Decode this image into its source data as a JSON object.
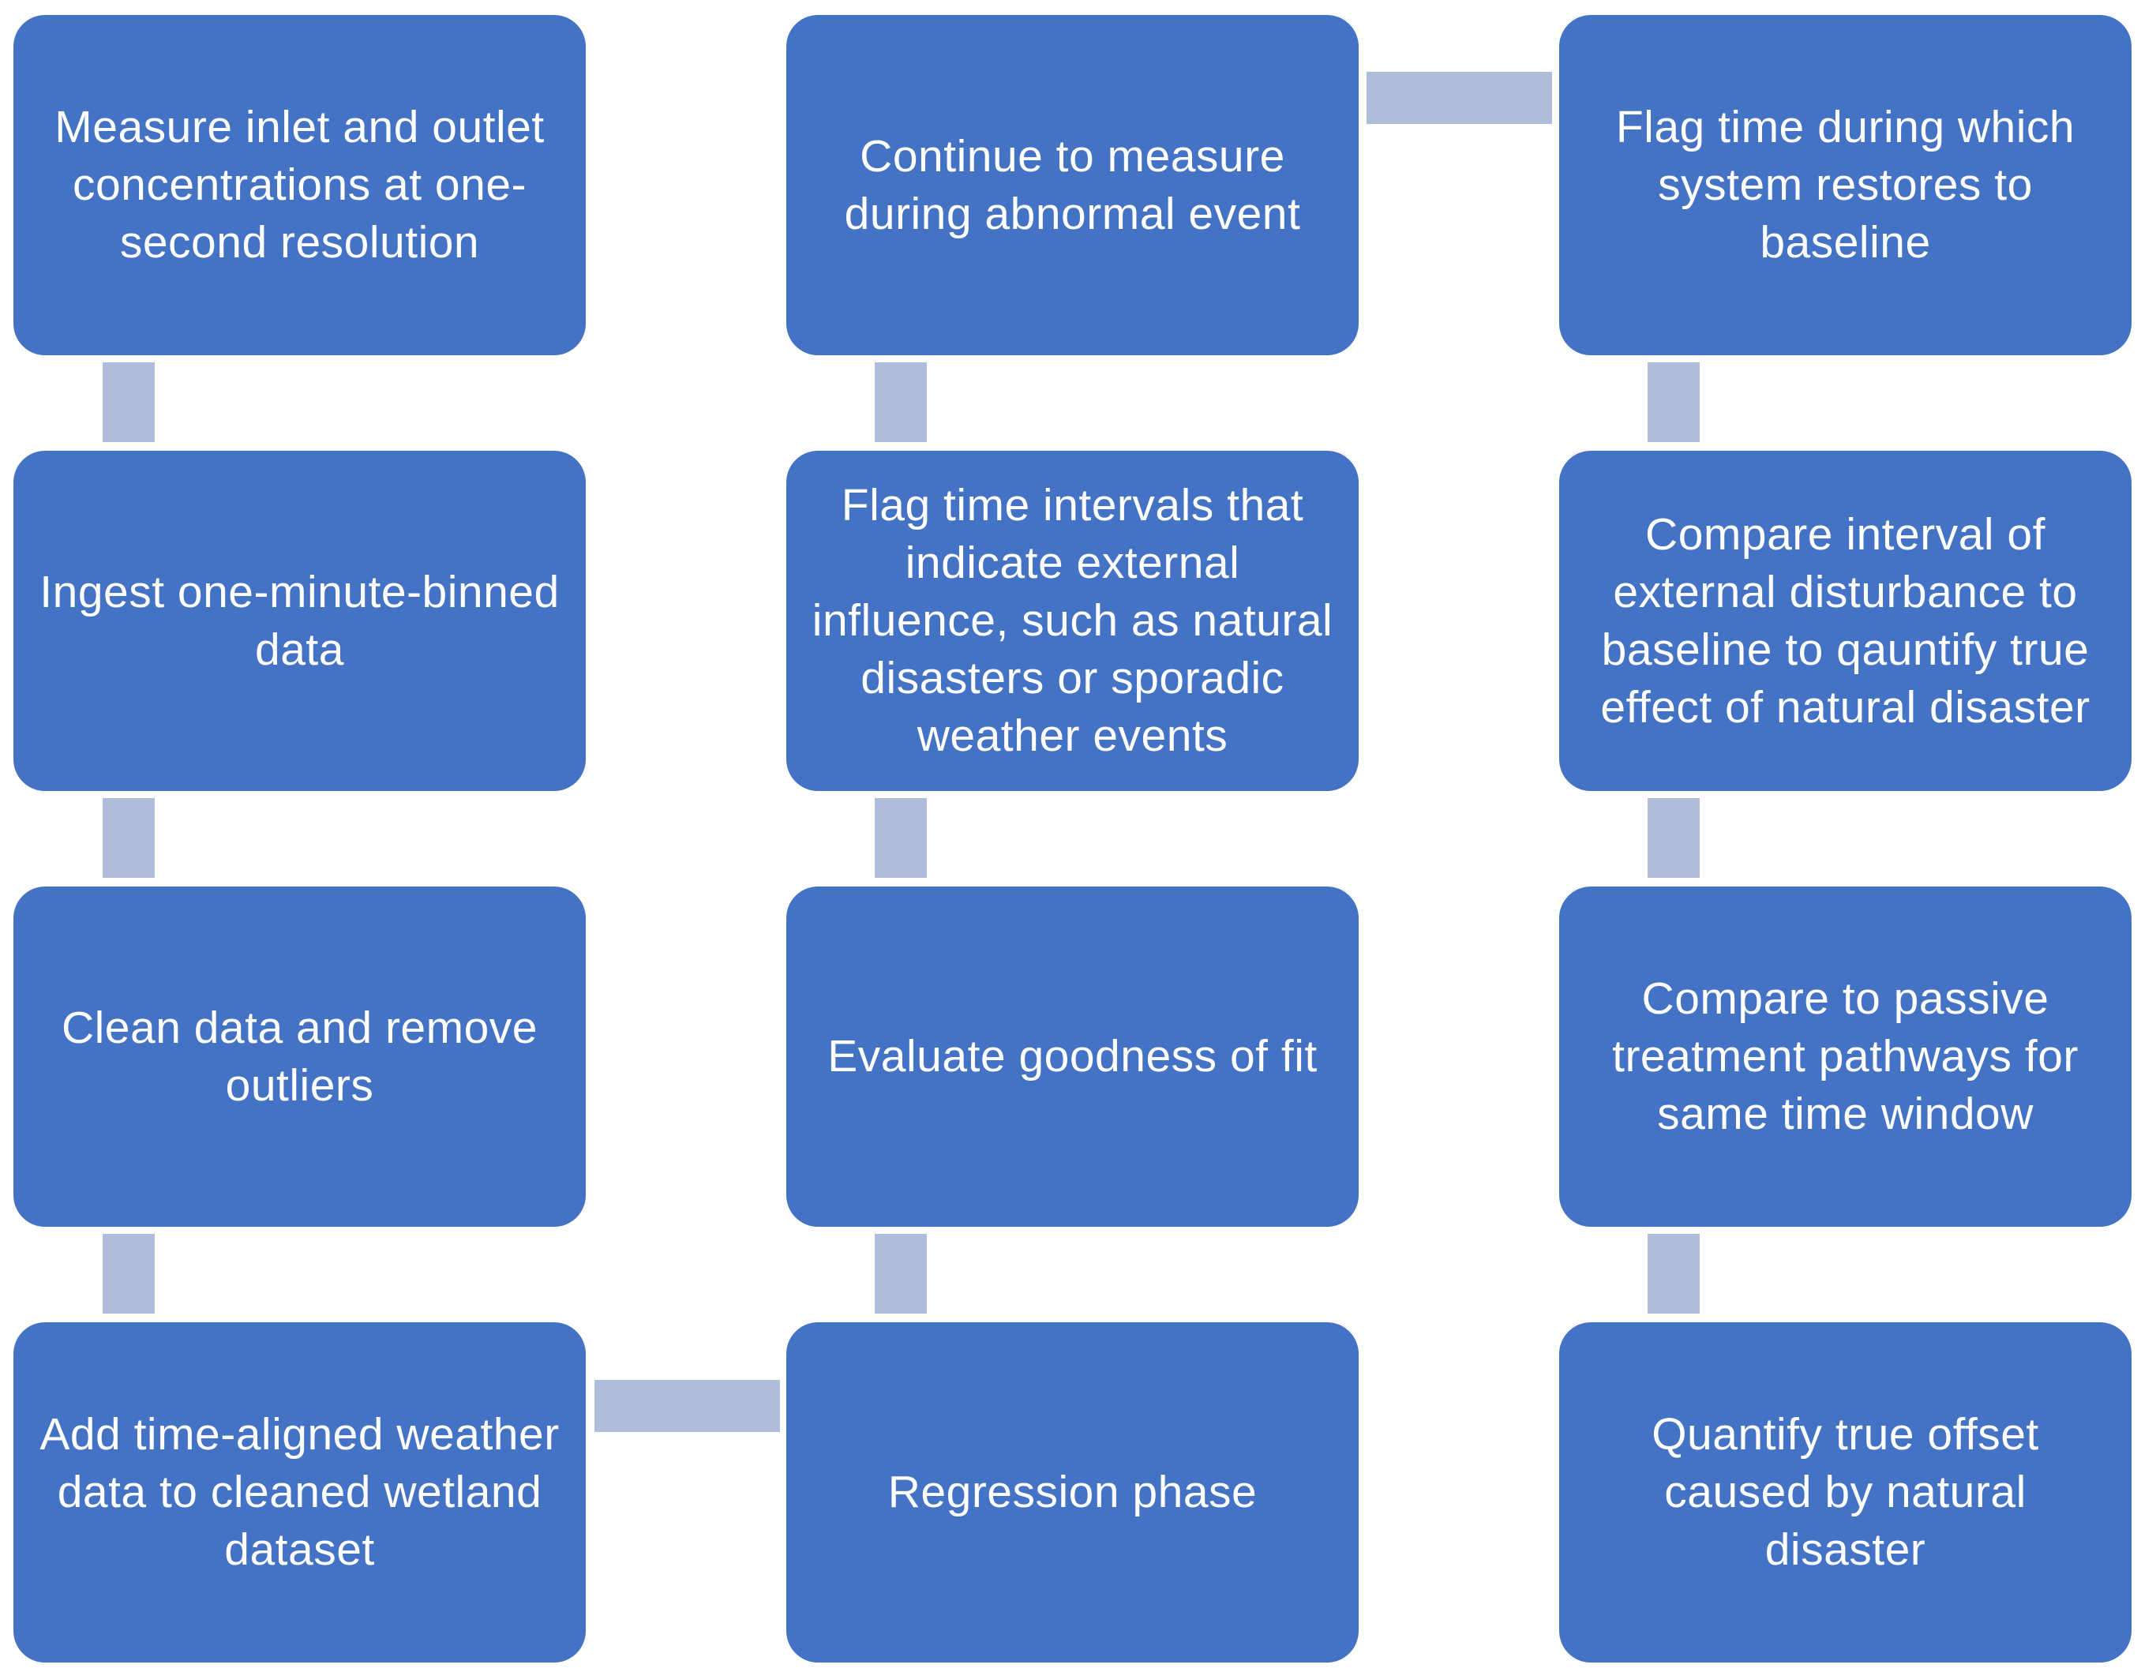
{
  "diagram": {
    "boxes": [
      {
        "id": "measure",
        "text": "Measure inlet and outlet concentrations at one-second resolution"
      },
      {
        "id": "ingest",
        "text": "Ingest one-minute-binned data"
      },
      {
        "id": "clean",
        "text": "Clean data and remove outliers"
      },
      {
        "id": "weather",
        "text": "Add time-aligned weather data to cleaned wetland dataset"
      },
      {
        "id": "regression",
        "text": "Regression phase"
      },
      {
        "id": "goodness",
        "text": "Evaluate goodness of fit"
      },
      {
        "id": "flag_external",
        "text": "Flag time intervals that indicate external influence, such as natural disasters or sporadic weather events"
      },
      {
        "id": "continue",
        "text": "Continue to measure during abnormal event"
      },
      {
        "id": "flag_restore",
        "text": "Flag time during which system restores to baseline"
      },
      {
        "id": "compare_interval",
        "text": "Compare interval of external disturbance to baseline to qauntify true effect of natural disaster"
      },
      {
        "id": "compare_passive",
        "text": "Compare to passive treatment pathways for same time window"
      },
      {
        "id": "quantify",
        "text": "Quantify true offset caused by natural disaster"
      }
    ],
    "colors": {
      "box_fill": "#4472c4",
      "box_text": "#ffffff",
      "connector": "#b0bcdc"
    }
  }
}
